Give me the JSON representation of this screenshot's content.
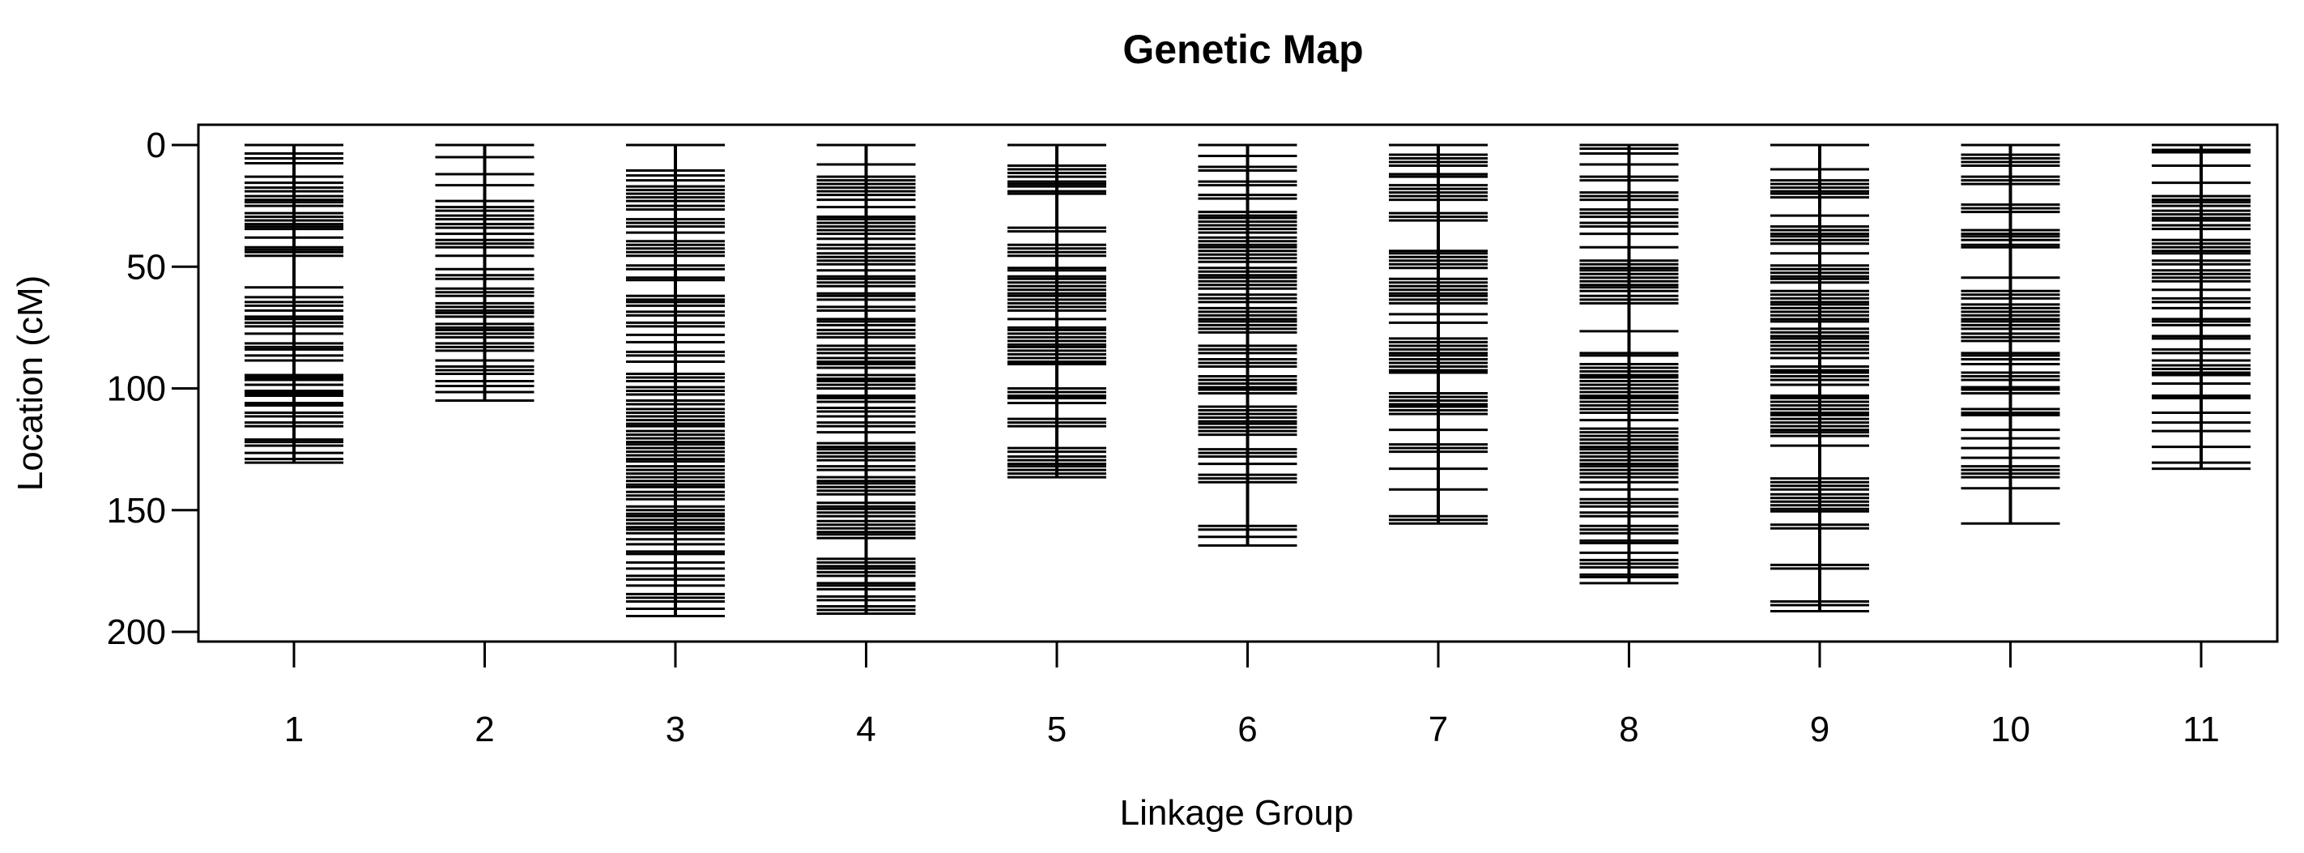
{
  "chart_data": {
    "type": "scatter",
    "variant": "genetic-linkage-map",
    "title": "Genetic Map",
    "xlabel": "Linkage Group",
    "ylabel": "Location (cM)",
    "ylim": [
      0,
      200
    ],
    "y_axis_reversed": true,
    "grid": false,
    "yticks": [
      0,
      50,
      100,
      150,
      200
    ],
    "line_color": "#000000",
    "background_color": "#ffffff",
    "groups": [
      {
        "label": "1",
        "markers": [
          0,
          3.5,
          5.5,
          7.5,
          13,
          15.5,
          17.5,
          19,
          21,
          22.5,
          23.5,
          25,
          28,
          29.5,
          31,
          32.5,
          33.5,
          34.5,
          38,
          42,
          43,
          44,
          45.5,
          58.5,
          62.5,
          64.5,
          66,
          68,
          70.5,
          71.5,
          73,
          74.5,
          77.5,
          81.5,
          83,
          84,
          86.5,
          88.5,
          94.5,
          95.5,
          96.5,
          98.5,
          101,
          102,
          103,
          106,
          107,
          110,
          111.5,
          114,
          115.5,
          121,
          122,
          123.5,
          126.5,
          129,
          130.5
        ]
      },
      {
        "label": "2",
        "markers": [
          0,
          5,
          12,
          16.5,
          23,
          25.5,
          27,
          29,
          30.5,
          32.5,
          34,
          36.5,
          39,
          40.5,
          42,
          45.5,
          51,
          53.5,
          55,
          59,
          60.5,
          62,
          65,
          66.5,
          68,
          69,
          70.5,
          73.5,
          75,
          76,
          77.5,
          79,
          81.5,
          83,
          84.5,
          88.5,
          91,
          92.5,
          94,
          97,
          99,
          101.5,
          105
        ]
      },
      {
        "label": "3",
        "markers": [
          0,
          10.5,
          12.5,
          14.5,
          17,
          18.5,
          20,
          21.5,
          23,
          25,
          26.5,
          30.5,
          32,
          33.5,
          36,
          39.5,
          41,
          42.5,
          44,
          45.5,
          49.5,
          51,
          54.5,
          55.5,
          62,
          63.5,
          64.5,
          66,
          68.5,
          70,
          73,
          74.5,
          78,
          81,
          85,
          86.5,
          89,
          94,
          95.5,
          97,
          99.5,
          101,
          102.5,
          105,
          106.5,
          108.5,
          110,
          111.5,
          113,
          114.5,
          115.5,
          117.5,
          119,
          120.5,
          122,
          123,
          124.5,
          126,
          127.5,
          129,
          130,
          132,
          133.5,
          135,
          136.5,
          138,
          139.5,
          140.5,
          142.5,
          144,
          145.5,
          148.5,
          150,
          151.5,
          152.5,
          154,
          155.5,
          157,
          158,
          159.5,
          162,
          164,
          167,
          168,
          171.5,
          174,
          177,
          178.5,
          181,
          184.5,
          186,
          187.5,
          190.5,
          193.5
        ]
      },
      {
        "label": "4",
        "markers": [
          0,
          8,
          13,
          14.5,
          16,
          17.5,
          19,
          20.5,
          22.5,
          25.5,
          29.5,
          30.5,
          32,
          33.5,
          35,
          36.5,
          38.5,
          41,
          42.5,
          44.5,
          46,
          47.5,
          49,
          51.5,
          54,
          55,
          56.5,
          58,
          61,
          62,
          63.5,
          66.5,
          68,
          71.5,
          72.5,
          74,
          76,
          77.5,
          79,
          82.5,
          84,
          85.5,
          87.5,
          89,
          90,
          91.5,
          94.5,
          96,
          97,
          98.5,
          100,
          103,
          104,
          105.5,
          108,
          109.5,
          111.5,
          114,
          115.5,
          118,
          122.5,
          124,
          125,
          126.5,
          128,
          129.5,
          132,
          133.5,
          136.5,
          138,
          139,
          140.5,
          142,
          143.5,
          147,
          148.5,
          149.5,
          151,
          152.5,
          154.5,
          156,
          157.5,
          159,
          160,
          161.5,
          170,
          171.5,
          173,
          174,
          175.5,
          177,
          180,
          181,
          182.5,
          185.5,
          187,
          189.5,
          191,
          192.5
        ]
      },
      {
        "label": "5",
        "markers": [
          0,
          8.5,
          10,
          11.5,
          13,
          15,
          16,
          17,
          19,
          20,
          34,
          35.5,
          41,
          42.5,
          44,
          45.5,
          50.5,
          51.5,
          54,
          55,
          56.5,
          58,
          59.5,
          61,
          62,
          63.5,
          65,
          66.5,
          68,
          71.5,
          75,
          76,
          77.5,
          79,
          80.5,
          82,
          83,
          84.5,
          86,
          87.5,
          89,
          90,
          100,
          101.5,
          103,
          104,
          106,
          112.5,
          114,
          115.5,
          124.5,
          126,
          128,
          129.5,
          131,
          132,
          133.5,
          135,
          136.5
        ]
      },
      {
        "label": "6",
        "markers": [
          0,
          4.5,
          9,
          10.5,
          15,
          16.5,
          20.5,
          22,
          27.5,
          29,
          30,
          31.5,
          33,
          34.5,
          36,
          38,
          39.5,
          41,
          42,
          43.5,
          45,
          46.5,
          48,
          50.5,
          52,
          53.5,
          54.5,
          56,
          57.5,
          59,
          61.5,
          63,
          64.5,
          67,
          68.5,
          70,
          71.5,
          72.5,
          74,
          75.5,
          77,
          82.5,
          84,
          85.5,
          88,
          89.5,
          91,
          95,
          96.5,
          98,
          99.5,
          100.5,
          102,
          107.5,
          109,
          110.5,
          112,
          113.5,
          114.5,
          116,
          117.5,
          119,
          125,
          126.5,
          128,
          131,
          135.5,
          137,
          138.5,
          156.5,
          158,
          161,
          164.5
        ]
      },
      {
        "label": "7",
        "markers": [
          0,
          4,
          5.5,
          7,
          8.5,
          12,
          13,
          16.5,
          18,
          19.5,
          21,
          22.5,
          28,
          29.5,
          31,
          43.5,
          44.5,
          46,
          47.5,
          49,
          50.5,
          55,
          56.5,
          58,
          59.5,
          61,
          62,
          63.5,
          65,
          69.5,
          73,
          79.5,
          81,
          82.5,
          84,
          85.5,
          86.5,
          88,
          89.5,
          91,
          92.5,
          93.5,
          102,
          103.5,
          105,
          106.5,
          107.5,
          109,
          110.5,
          117,
          123,
          124.5,
          126,
          133,
          141.5,
          152.5,
          154,
          155.5
        ]
      },
      {
        "label": "8",
        "markers": [
          0,
          1.5,
          3.5,
          8,
          13,
          14.5,
          19.5,
          21,
          22.5,
          26.5,
          28,
          29.5,
          32,
          33.5,
          36.5,
          42,
          47.5,
          49,
          50.5,
          51.5,
          53,
          54.5,
          56,
          57.5,
          58.5,
          60,
          62,
          63.5,
          65,
          76.5,
          85.5,
          86.5,
          90,
          91.5,
          93,
          94.5,
          95.5,
          97,
          98.5,
          100,
          101.5,
          103,
          104,
          105.5,
          107,
          108.5,
          110,
          113,
          116.5,
          118,
          119.5,
          121,
          122.5,
          124,
          125,
          126.5,
          128,
          129.5,
          131,
          132,
          133.5,
          135,
          136.5,
          138.5,
          141.5,
          145.5,
          147,
          148.5,
          151,
          152.5,
          156.5,
          158,
          159.5,
          162.5,
          163.5,
          167.5,
          170.5,
          172,
          173.5,
          176.5,
          177.5,
          180
        ]
      },
      {
        "label": "9",
        "markers": [
          0,
          10,
          14.5,
          16,
          17.5,
          19,
          20,
          21.5,
          29,
          33.5,
          35,
          36.5,
          37.5,
          39,
          40.5,
          44.5,
          49.5,
          51,
          52.5,
          54,
          55,
          56.5,
          60,
          61.5,
          63,
          64.5,
          65.5,
          67,
          68.5,
          70,
          71.5,
          72.5,
          75.5,
          77,
          78.5,
          79.5,
          81,
          82.5,
          84,
          85.5,
          87.5,
          91,
          92.5,
          93.5,
          95,
          96.5,
          98.5,
          103,
          104,
          105.5,
          107,
          108.5,
          110,
          111,
          112.5,
          114,
          115.5,
          117,
          118,
          119.5,
          123.5,
          137,
          138.5,
          140,
          141.5,
          143.5,
          145,
          146.5,
          148,
          149.5,
          150.5,
          156,
          157.5,
          172.5,
          174,
          187.5,
          189,
          191.5
        ]
      },
      {
        "label": "10",
        "markers": [
          0,
          4,
          5.5,
          7,
          8.5,
          13,
          14.5,
          16,
          24.5,
          26,
          27.5,
          35,
          36.5,
          37.5,
          39,
          41,
          42,
          54.5,
          60,
          61.5,
          63,
          65.5,
          67,
          68.5,
          70,
          71.5,
          72.5,
          74,
          75.5,
          77.5,
          79,
          80.5,
          85.5,
          86.5,
          88,
          90,
          93.5,
          95,
          96.5,
          99.5,
          100.5,
          102,
          108.5,
          110,
          111,
          117,
          120.5,
          124.5,
          128.5,
          132,
          133.5,
          135,
          136.5,
          141,
          155.5
        ]
      },
      {
        "label": "11",
        "markers": [
          0,
          2,
          3,
          8.5,
          15.5,
          21,
          22.5,
          23.5,
          25,
          27,
          28.5,
          30,
          31,
          33,
          34.5,
          39,
          40.5,
          42,
          43.5,
          44.5,
          47.5,
          49,
          51.5,
          53,
          54.5,
          56,
          59.5,
          63,
          64.5,
          67,
          71.5,
          72.5,
          74,
          78.5,
          79.5,
          84,
          85.5,
          88.5,
          90.5,
          92,
          93.5,
          94.5,
          98,
          103,
          104,
          110,
          114,
          117.5,
          124,
          130.5,
          133
        ]
      }
    ]
  }
}
